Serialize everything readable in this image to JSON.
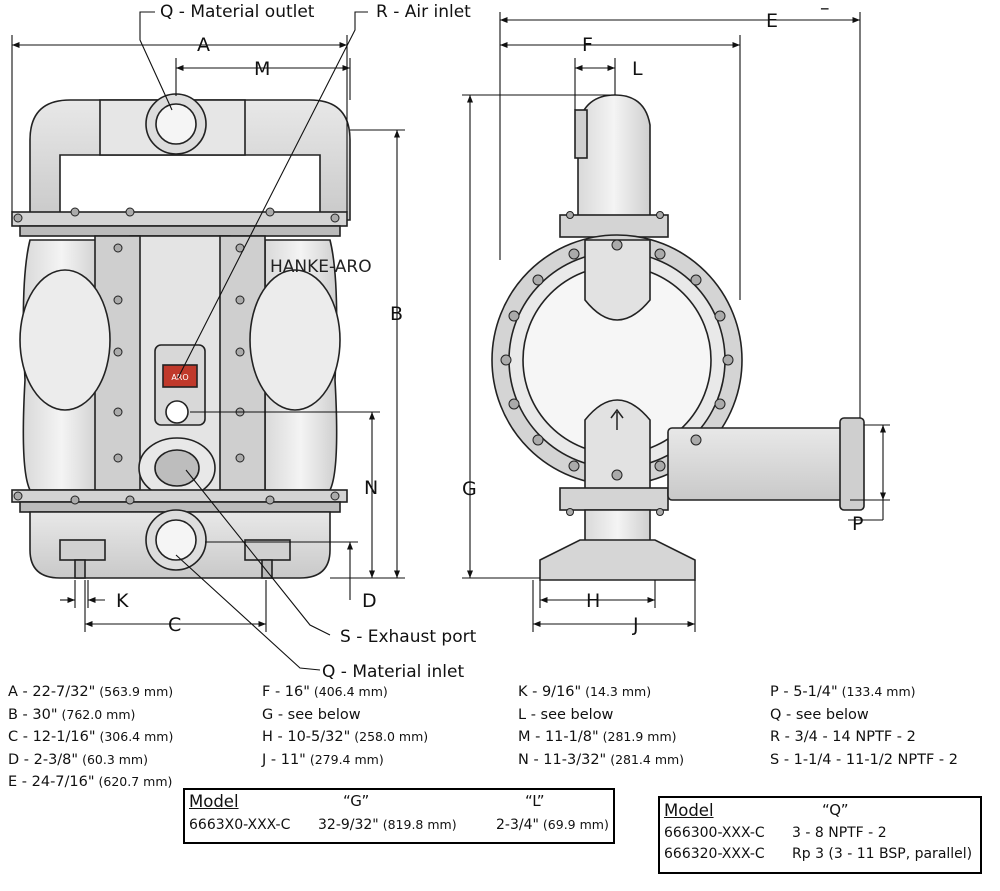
{
  "brand_text": "HANKE-ARO",
  "callouts": {
    "q_outlet": "Q - Material outlet",
    "r_air": "R - Air inlet",
    "s_exhaust": "S - Exhaust port",
    "q_inlet": "Q - Material inlet"
  },
  "dim_letters": {
    "a": "A",
    "m": "M",
    "b": "B",
    "n": "N",
    "k": "K",
    "c": "C",
    "d": "D",
    "e": "E",
    "f": "F",
    "l": "L",
    "g": "G",
    "h": "H",
    "j": "J",
    "p": "P"
  },
  "badge_text": "ARO",
  "dash_mark": "–",
  "specs": {
    "col1": [
      {
        "text": "A  -  22-7/32\"",
        "mm": " (563.9 mm)"
      },
      {
        "text": "B  -  30\"",
        "mm": " (762.0 mm)"
      },
      {
        "text": "C  -  12-1/16\"",
        "mm": " (306.4 mm)"
      },
      {
        "text": "D  -  2-3/8\"",
        "mm": " (60.3 mm)"
      },
      {
        "text": "E  -  24-7/16\"",
        "mm": " (620.7 mm)"
      }
    ],
    "col2": [
      {
        "text": "F  -  16\"",
        "mm": " (406.4 mm)"
      },
      {
        "text": "G  -  see below",
        "mm": ""
      },
      {
        "text": "H  -  10-5/32\"",
        "mm": " (258.0 mm)"
      },
      {
        "text": "J  -  11\"",
        "mm": " (279.4 mm)"
      }
    ],
    "col3": [
      {
        "text": "K  -  9/16\"",
        "mm": " (14.3 mm)"
      },
      {
        "text": "L  -  see below",
        "mm": ""
      },
      {
        "text": "M  -  11-1/8\"",
        "mm": " (281.9 mm)"
      },
      {
        "text": "N  -  11-3/32\"",
        "mm": " (281.4 mm)"
      }
    ],
    "col4": [
      {
        "text": "P  -  5-1/4\"",
        "mm": " (133.4 mm)"
      },
      {
        "text": "Q  -  see below",
        "mm": ""
      },
      {
        "text": "R  -  3/4 - 14 NPTF - 2",
        "mm": ""
      },
      {
        "text": "S  -  1-1/4 - 11-1/2 NPTF - 2",
        "mm": ""
      }
    ]
  },
  "table_gl": {
    "header": {
      "model": "Model",
      "g": "“G”",
      "l": "“L”"
    },
    "rows": [
      {
        "model": "6663X0-XXX-C",
        "g": "32-9/32\"",
        "g_mm": " (819.8 mm)",
        "l": "2-3/4\"",
        "l_mm": " (69.9 mm)"
      }
    ]
  },
  "table_q": {
    "header": {
      "model": "Model",
      "q": "“Q”"
    },
    "rows": [
      {
        "model": "666300-XXX-C",
        "q": "3 - 8 NPTF - 2"
      },
      {
        "model": "666320-XXX-C",
        "q": "Rp 3 (3 - 11 BSP, parallel)"
      }
    ]
  }
}
